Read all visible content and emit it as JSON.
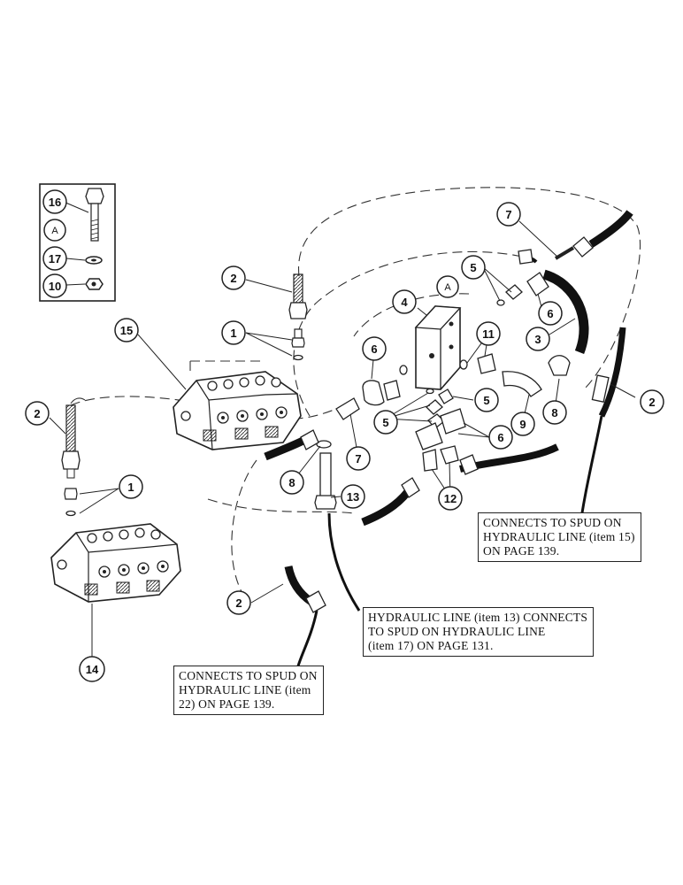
{
  "callouts": [
    {
      "id": "c16",
      "label": "16"
    },
    {
      "id": "cA1",
      "label": "A"
    },
    {
      "id": "c17",
      "label": "17"
    },
    {
      "id": "c10",
      "label": "10"
    },
    {
      "id": "c2a",
      "label": "2"
    },
    {
      "id": "c1a",
      "label": "1"
    },
    {
      "id": "c15",
      "label": "15"
    },
    {
      "id": "c2b",
      "label": "2"
    },
    {
      "id": "c1b",
      "label": "1"
    },
    {
      "id": "c14",
      "label": "14"
    },
    {
      "id": "c7a",
      "label": "7"
    },
    {
      "id": "c5a",
      "label": "5"
    },
    {
      "id": "c4",
      "label": "4"
    },
    {
      "id": "cA2",
      "label": "A"
    },
    {
      "id": "c6a",
      "label": "6"
    },
    {
      "id": "c3",
      "label": "3"
    },
    {
      "id": "c11",
      "label": "11"
    },
    {
      "id": "c6b",
      "label": "6"
    },
    {
      "id": "c5b",
      "label": "5"
    },
    {
      "id": "c5c",
      "label": "5"
    },
    {
      "id": "c9",
      "label": "9"
    },
    {
      "id": "c8a",
      "label": "8"
    },
    {
      "id": "c2c",
      "label": "2"
    },
    {
      "id": "c6c",
      "label": "6"
    },
    {
      "id": "c7b",
      "label": "7"
    },
    {
      "id": "c8b",
      "label": "8"
    },
    {
      "id": "c12",
      "label": "12"
    },
    {
      "id": "c13",
      "label": "13"
    },
    {
      "id": "c2d",
      "label": "2"
    }
  ],
  "notes": {
    "note_right": "CONNECTS TO SPUD ON\nHYDRAULIC LINE (item 15)\nON PAGE 139.",
    "note_center": "HYDRAULIC LINE (item 13) CONNECTS\nTO SPUD ON HYDRAULIC LINE\n(item 17) ON PAGE 131.",
    "note_left": "CONNECTS TO SPUD ON\nHYDRAULIC LINE (item\n22) ON PAGE 139."
  }
}
